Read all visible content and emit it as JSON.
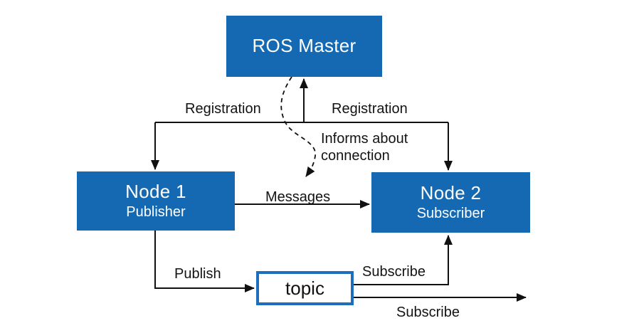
{
  "diagram": {
    "background_color": "#ffffff",
    "box_fill_color": "#1569b3",
    "topic_border_color": "#1d6fbe",
    "line_color": "#111111",
    "boxes": {
      "ros_master": {
        "title": "ROS Master"
      },
      "node1": {
        "title": "Node 1",
        "subtitle": "Publisher"
      },
      "node2": {
        "title": "Node 2",
        "subtitle": "Subscriber"
      },
      "topic": {
        "title": "topic"
      }
    },
    "labels": {
      "registration_left": "Registration",
      "registration_right": "Registration",
      "informs_line1": "Informs about",
      "informs_line2": "connection",
      "messages": "Messages",
      "publish": "Publish",
      "subscribe_top": "Subscribe",
      "subscribe_bottom": "Subscribe"
    }
  }
}
